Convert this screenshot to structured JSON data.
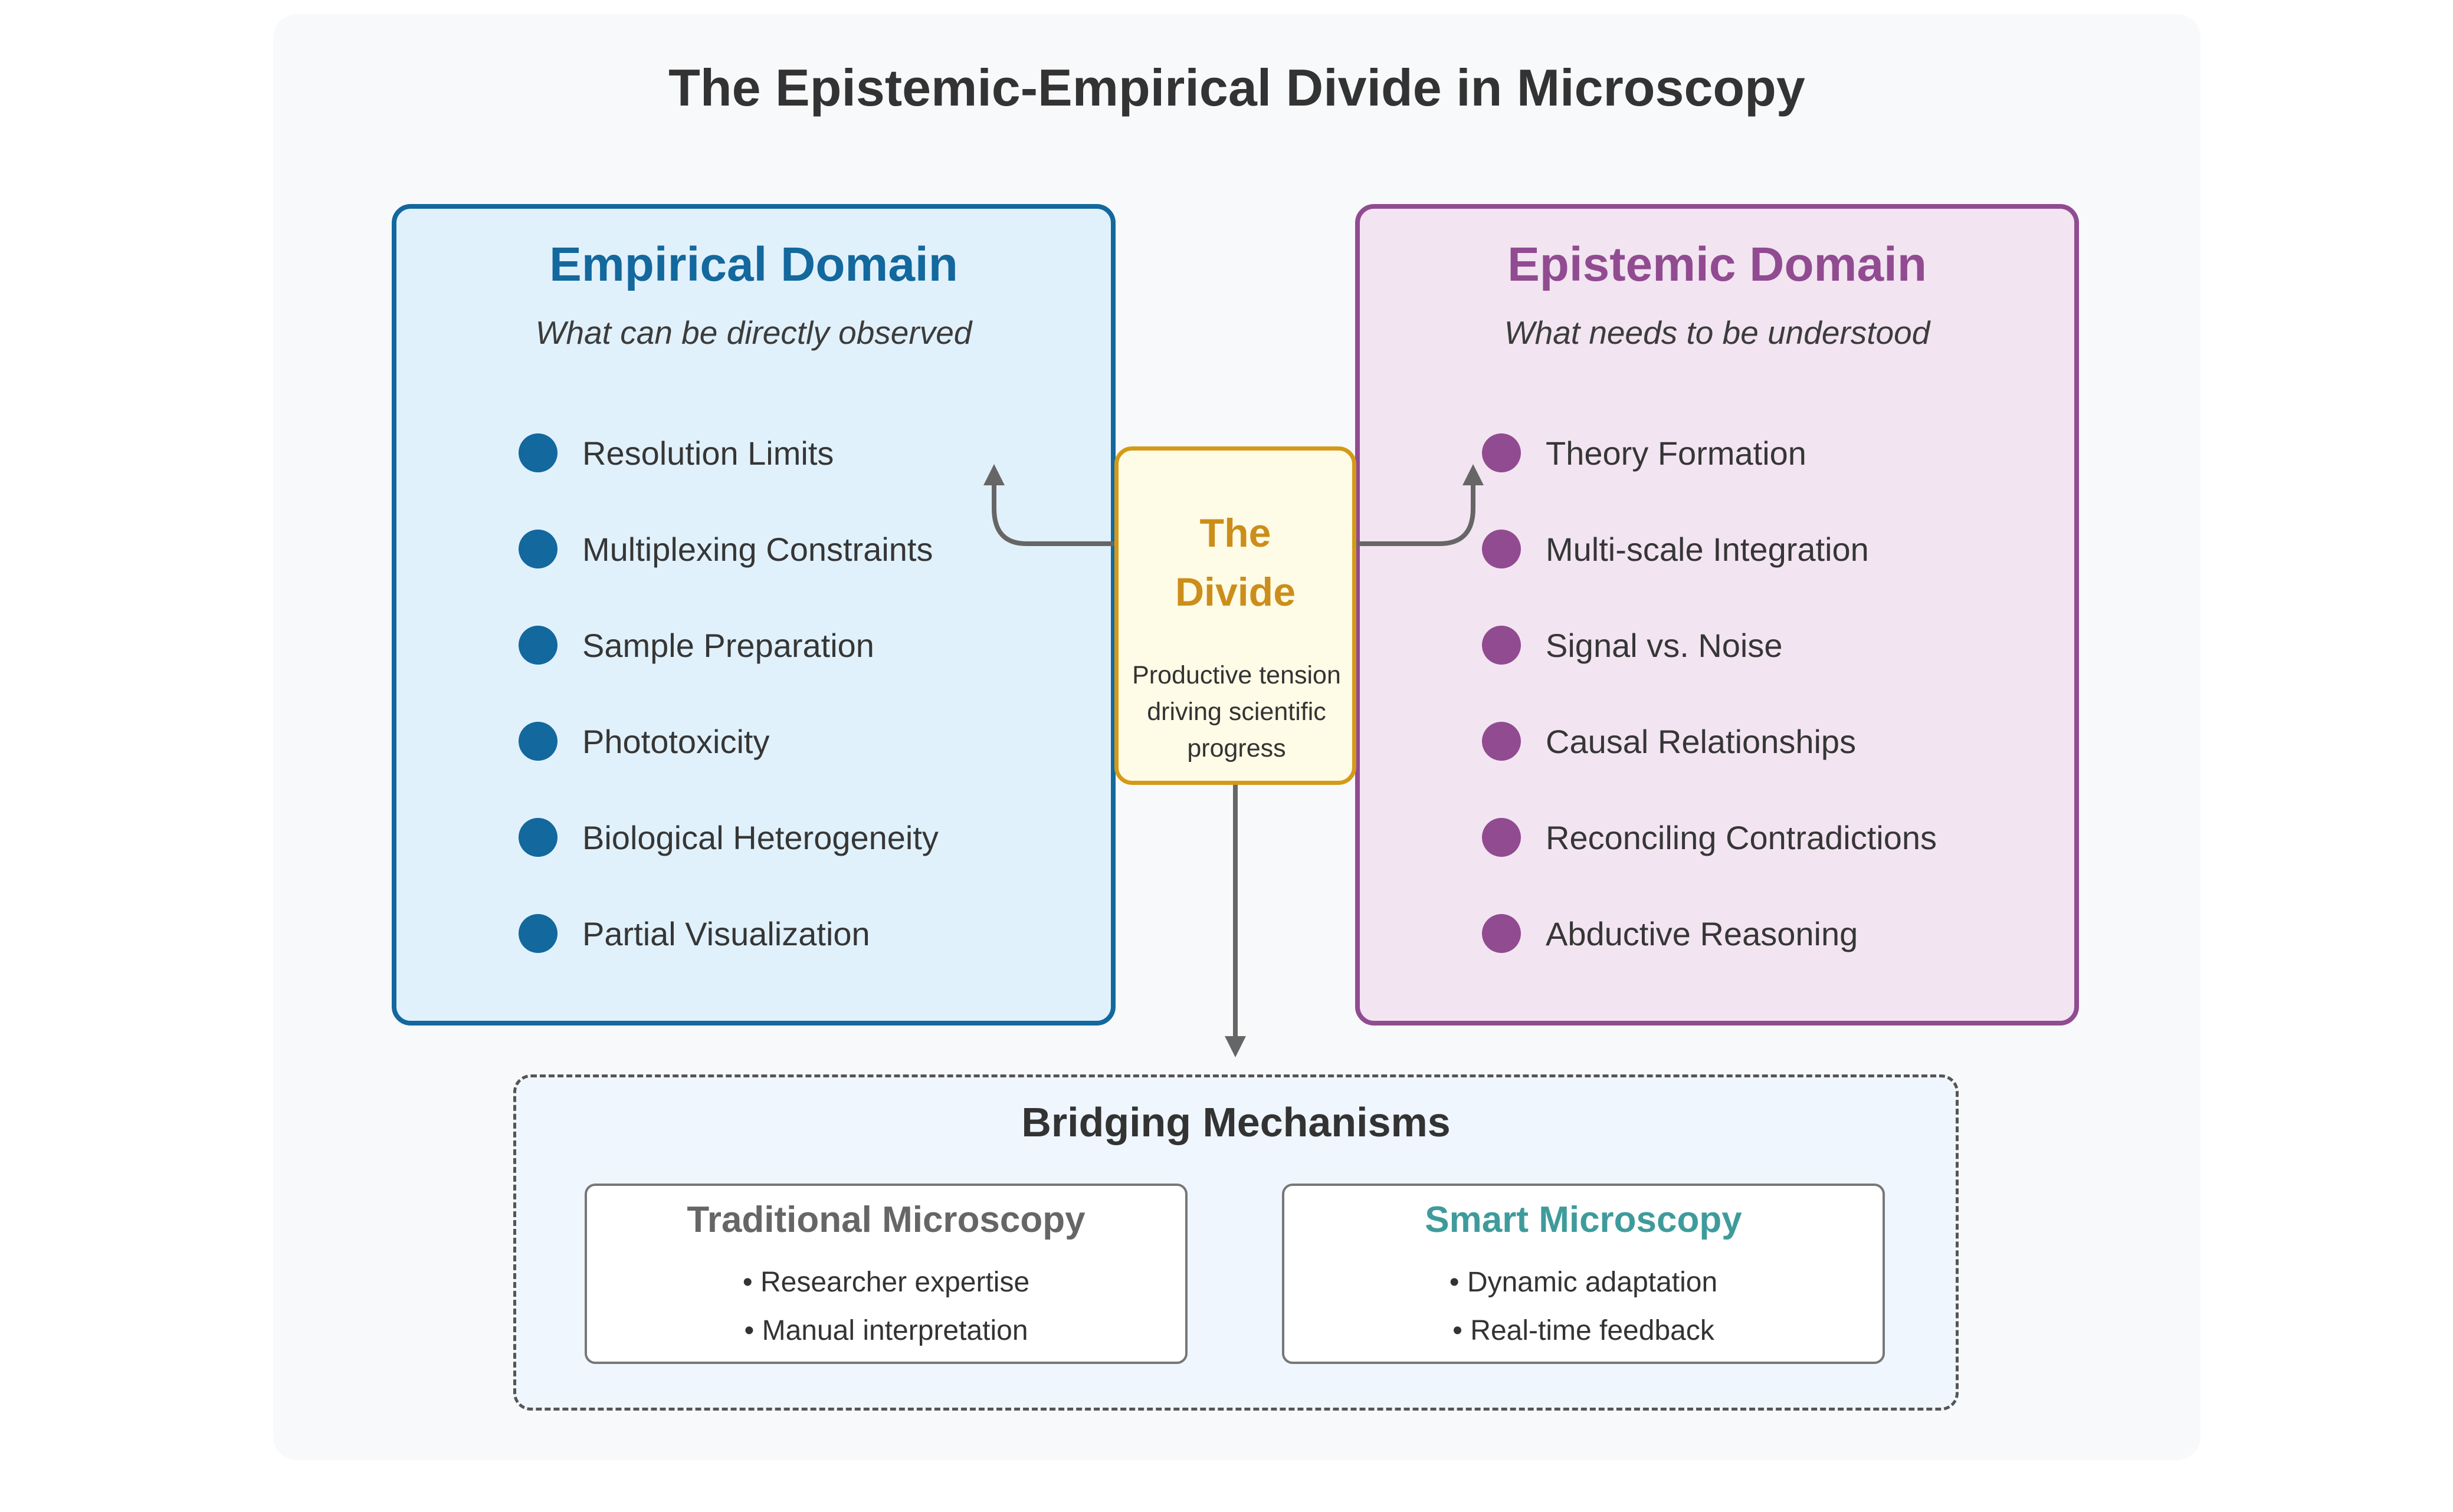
{
  "title": "The Epistemic-Empirical Divide in Microscopy",
  "colors": {
    "empirical": "#13689d",
    "epistemic": "#914b91",
    "divide": "#cc8e1a",
    "traditional": "#666666",
    "smart": "#3f9b9b",
    "connector": "#666666"
  },
  "empirical": {
    "title": "Empirical Domain",
    "subtitle": "What can be directly observed",
    "items": [
      "Resolution Limits",
      "Multiplexing Constraints",
      "Sample Preparation",
      "Phototoxicity",
      "Biological Heterogeneity",
      "Partial Visualization"
    ]
  },
  "epistemic": {
    "title": "Epistemic Domain",
    "subtitle": "What needs to be understood",
    "items": [
      "Theory Formation",
      "Multi-scale Integration",
      "Signal vs. Noise",
      "Causal Relationships",
      "Reconciling Contradictions",
      "Abductive Reasoning"
    ]
  },
  "divide": {
    "title_line1": "The",
    "title_line2": "Divide",
    "sub_line1": "Productive tension",
    "sub_line2": "driving scientific",
    "sub_line3": "progress"
  },
  "bridging": {
    "title": "Bridging Mechanisms",
    "traditional": {
      "title": "Traditional Microscopy",
      "points": [
        "• Researcher expertise",
        "• Manual interpretation"
      ]
    },
    "smart": {
      "title": "Smart Microscopy",
      "points": [
        "• Dynamic adaptation",
        "• Real-time feedback"
      ]
    }
  }
}
